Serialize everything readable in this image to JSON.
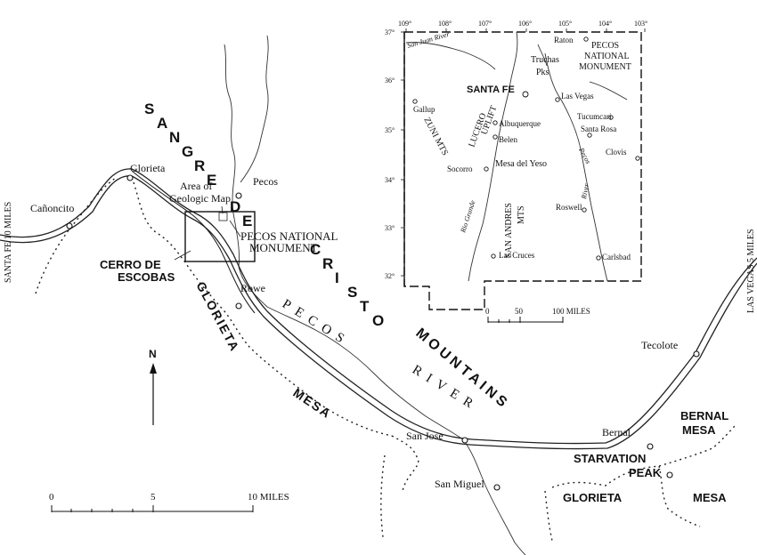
{
  "main_map": {
    "regions": {
      "sangre_de_cristo": [
        "S",
        "A",
        "N",
        "G",
        "R",
        "E",
        "D",
        "E",
        "C",
        "R",
        "I",
        "S",
        "T",
        "O"
      ],
      "mountains": "MOUNTAINS",
      "pecos": "PECOS",
      "river": "RIVER",
      "glorieta_mesa_west_1": "GLORIETA",
      "glorieta_mesa_west_2": "MESA",
      "glorieta_mesa_east_1": "GLORIETA",
      "glorieta_mesa_east_2": "MESA",
      "bernal_mesa_1": "BERNAL",
      "bernal_mesa_2": "MESA",
      "starvation_peak_1": "STARVATION",
      "starvation_peak_2": "PEAK",
      "cerro_1": "CERRO DE",
      "cerro_2": "ESCOBAS",
      "monument_1": "PECOS NATIONAL",
      "monument_2": "MONUMENT",
      "geologic_area_1": "Area of",
      "geologic_area_2": "Geologic Map"
    },
    "towns": {
      "glorieta": "Glorieta",
      "canoncito": "Cañoncito",
      "pecos": "Pecos",
      "rowe": "Rowe",
      "san_jose": "San Jose",
      "san_miguel": "San Miguel",
      "bernal": "Bernal",
      "tecolote": "Tecolote"
    },
    "edge_labels": {
      "santa_fe": "SANTA FE 10 MILES",
      "las_vegas": "LAS VEGAS 5 MILES"
    },
    "north": "N",
    "scale": {
      "ticks": [
        "0",
        "5",
        "10 MILES"
      ]
    }
  },
  "inset_map": {
    "longitudes": [
      "109°",
      "108°",
      "107°",
      "106°",
      "105°",
      "104°",
      "103°"
    ],
    "latitudes": [
      "37°",
      "36°",
      "35°",
      "34°",
      "33°",
      "32°"
    ],
    "cities": {
      "raton": "Raton",
      "santa_fe": "SANTA FE",
      "gallup": "Gallup",
      "albuquerque": "Albuquerque",
      "belen": "Belen",
      "socorro": "Socorro",
      "mesa_del_yeso": "Mesa del Yeso",
      "las_vegas": "Las Vegas",
      "tucumcari": "Tucumcari",
      "santa_rosa": "Santa Rosa",
      "clovis": "Clovis",
      "roswell": "Roswell",
      "las_cruces": "Las Cruces",
      "carlsbad": "Carlsbad"
    },
    "features": {
      "pecos_1": "PECOS",
      "pecos_2": "NATIONAL",
      "pecos_3": "MONUMENT",
      "truchas_1": "Truchas",
      "truchas_2": "Pks",
      "lucero_1": "LUCERO",
      "lucero_2": "UPLIFT",
      "zuni": "ZUNI MTS",
      "san_andres_1": "SAN ANDRES",
      "san_andres_2": "MTS",
      "rio_grande": "Rio Grande",
      "san_juan": "San Juan River",
      "pecos_river": "Pecos",
      "river": "River"
    },
    "scale": {
      "ticks": [
        "0",
        "50",
        "100 MILES"
      ]
    }
  }
}
